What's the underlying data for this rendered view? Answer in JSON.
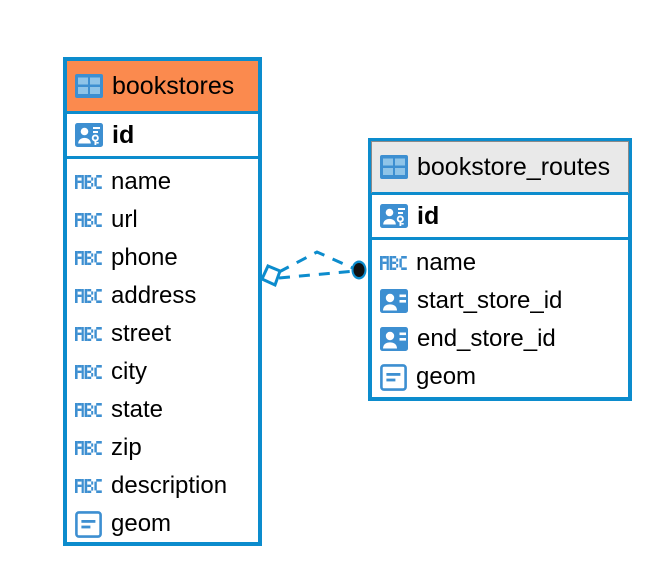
{
  "diagram": {
    "type": "entity-relationship-diagram",
    "colors": {
      "entity_border": "#0c8ccd",
      "header_accent": "#fb8a4e",
      "header_plain": "#e9e9e9",
      "icon_blue": "#3d8fd1",
      "connector": "#0c8ccd",
      "connector_endpoint": "#111111",
      "background": "#ffffff"
    },
    "entities": [
      {
        "name": "bookstores",
        "header_style": "accent",
        "table_icon": "table-grid-icon",
        "primary_key": {
          "label": "id",
          "icon": "primary-key-card-icon"
        },
        "columns": [
          {
            "label": "name",
            "icon": "abc-text-icon"
          },
          {
            "label": "url",
            "icon": "abc-text-icon"
          },
          {
            "label": "phone",
            "icon": "abc-text-icon"
          },
          {
            "label": "address",
            "icon": "abc-text-icon"
          },
          {
            "label": "street",
            "icon": "abc-text-icon"
          },
          {
            "label": "city",
            "icon": "abc-text-icon"
          },
          {
            "label": "state",
            "icon": "abc-text-icon"
          },
          {
            "label": "zip",
            "icon": "abc-text-icon"
          },
          {
            "label": "description",
            "icon": "abc-text-icon"
          },
          {
            "label": "geom",
            "icon": "geometry-icon"
          }
        ]
      },
      {
        "name": "bookstore_routes",
        "header_style": "plain",
        "table_icon": "table-grid-icon",
        "primary_key": {
          "label": "id",
          "icon": "primary-key-card-icon"
        },
        "columns": [
          {
            "label": "name",
            "icon": "abc-text-icon"
          },
          {
            "label": "start_store_id",
            "icon": "foreign-key-card-icon"
          },
          {
            "label": "end_store_id",
            "icon": "foreign-key-card-icon"
          },
          {
            "label": "geom",
            "icon": "geometry-icon"
          }
        ]
      }
    ],
    "relationships": [
      {
        "from": "bookstores",
        "to": "bookstore_routes",
        "source_endpoint": "diamond-outline",
        "target_endpoint": "filled-circle",
        "line_style": "dashed"
      },
      {
        "from": "bookstores",
        "to": "bookstore_routes",
        "source_endpoint": "diamond-outline",
        "target_endpoint": "filled-circle",
        "line_style": "dashed"
      }
    ]
  }
}
